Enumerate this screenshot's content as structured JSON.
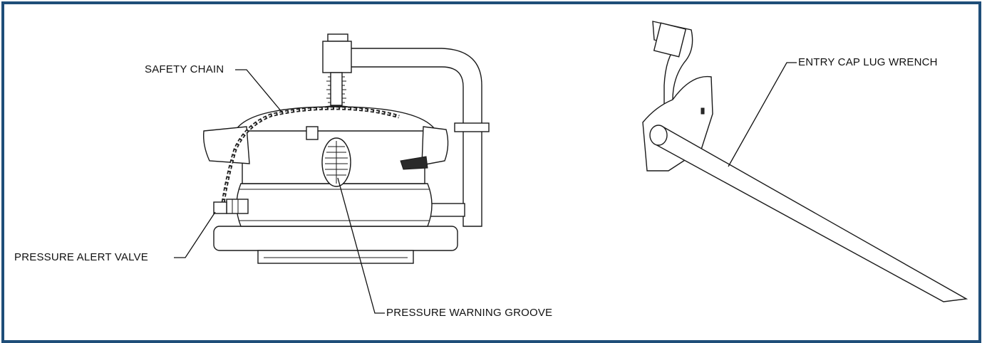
{
  "labels": {
    "safety_chain": "SAFETY CHAIN",
    "pressure_alert_valve": "PRESSURE ALERT VALVE",
    "pressure_warning_groove": "PRESSURE WARNING GROOVE",
    "entry_cap_lug_wrench": "ENTRY CAP LUG WRENCH"
  },
  "colors": {
    "frame_border": "#1f4e79",
    "line": "#111111"
  }
}
